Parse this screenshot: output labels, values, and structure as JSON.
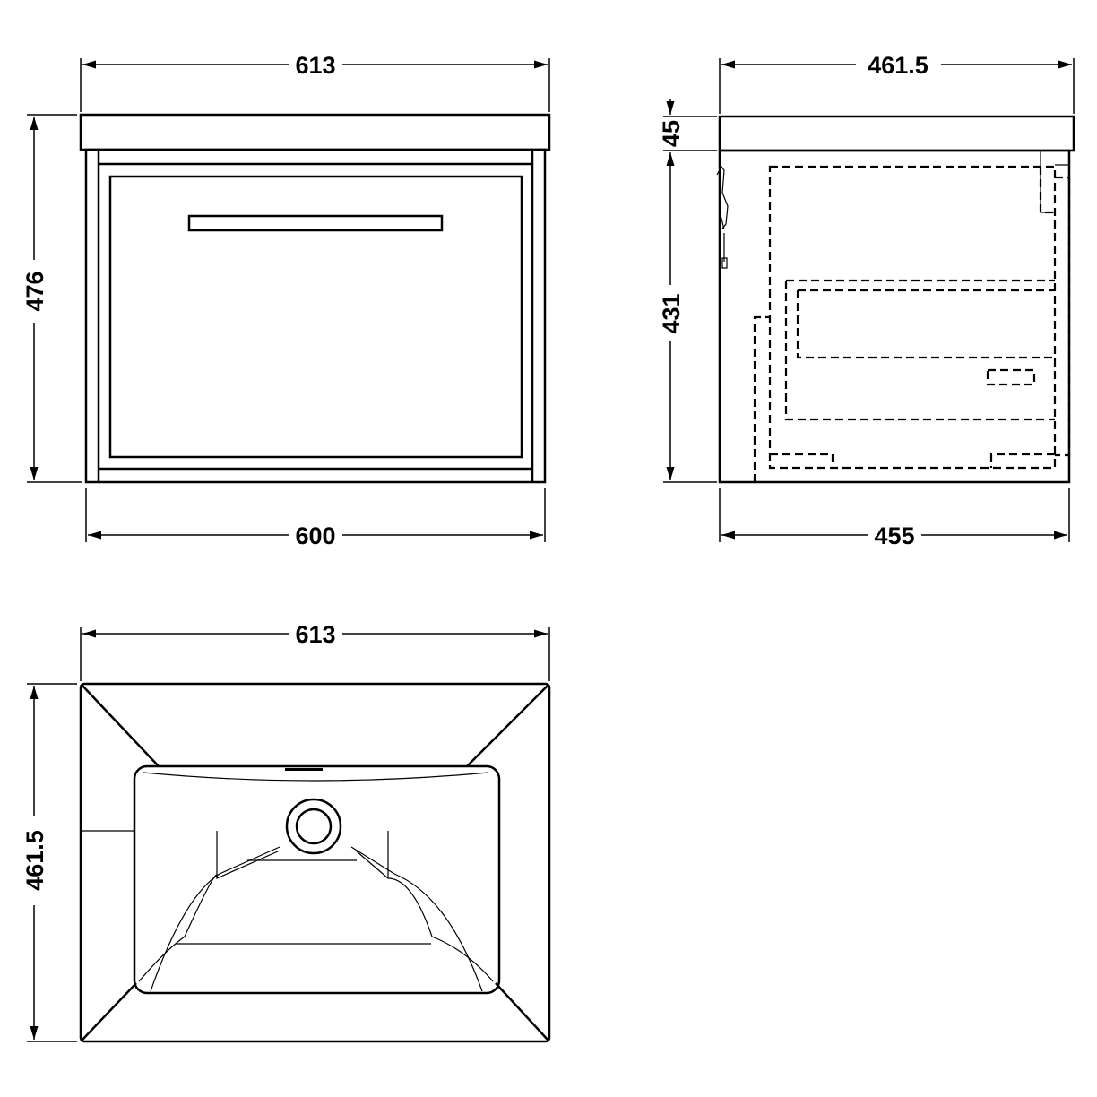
{
  "front_view": {
    "width_top": "613",
    "height": "476",
    "width_bottom": "600"
  },
  "side_view": {
    "depth_top": "461.5",
    "top_thickness": "45",
    "cabinet_height": "431",
    "depth_bottom": "455"
  },
  "plan_view": {
    "width": "613",
    "depth": "461.5"
  },
  "colors": {
    "line": "#000000",
    "background": "#ffffff"
  }
}
